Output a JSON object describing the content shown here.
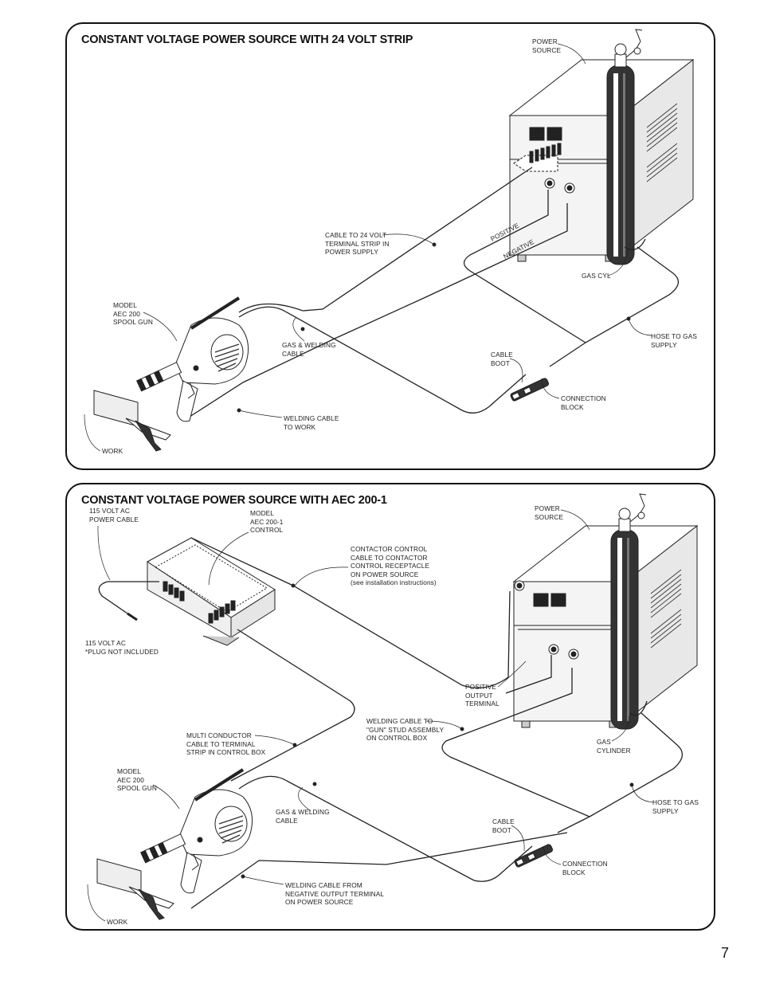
{
  "page": {
    "number": "7"
  },
  "diagram1": {
    "title": "CONSTANT VOLTAGE POWER SOURCE WITH 24 VOLT STRIP",
    "labels": {
      "power_source": "POWER\nSOURCE",
      "cable_to_strip": "CABLE TO 24 VOLT\nTERMINAL STRIP IN\nPOWER SUPPLY",
      "positive": "POSITIVE",
      "negative": "NEGATIVE",
      "gas_cyl": "GAS CYL",
      "spool_gun": "MODEL\nAEC 200\nSPOOL GUN",
      "gas_welding_cable": "GAS & WELDING\nCABLE",
      "hose_to_gas": "HOSE TO GAS\nSUPPLY",
      "cable_boot": "CABLE\nBOOT",
      "connection_block": "CONNECTION\nBLOCK",
      "welding_cable_work": "WELDING CABLE\nTO WORK",
      "work": "WORK"
    }
  },
  "diagram2": {
    "title": "CONSTANT VOLTAGE POWER SOURCE WITH AEC 200-1",
    "labels": {
      "power_cable": "115 VOLT AC\nPOWER CABLE",
      "control": "MODEL\nAEC 200-1\nCONTROL",
      "contactor": "CONTACTOR CONTROL\nCABLE TO CONTACTOR\nCONTROL RECEPTACLE\nON POWER SOURCE\n(see installation instructions)",
      "power_source": "POWER\nSOURCE",
      "plug": "115 VOLT AC\n*PLUG NOT INCLUDED",
      "positive_output": "POSITIVE\nOUTPUT\nTERMINAL",
      "welding_cable_gun": "WELDING CABLE TO\n\"GUN\" STUD ASSEMBLY\nON CONTROL BOX",
      "multi_conductor": "MULTI CONDUCTOR\nCABLE TO TERMINAL\nSTRIP IN CONTROL BOX",
      "gas_cylinder": "GAS\nCYLINDER",
      "spool_gun": "MODEL\nAEC 200\nSPOOL GUN",
      "gas_welding_cable": "GAS & WELDING\nCABLE",
      "hose_to_gas": "HOSE TO GAS\nSUPPLY",
      "cable_boot": "CABLE\nBOOT",
      "connection_block": "CONNECTION\nBLOCK",
      "welding_cable_negative": "WELDING CABLE FROM\nNEGATIVE OUTPUT TERMINAL\nON POWER SOURCE",
      "work": "WORK"
    }
  }
}
